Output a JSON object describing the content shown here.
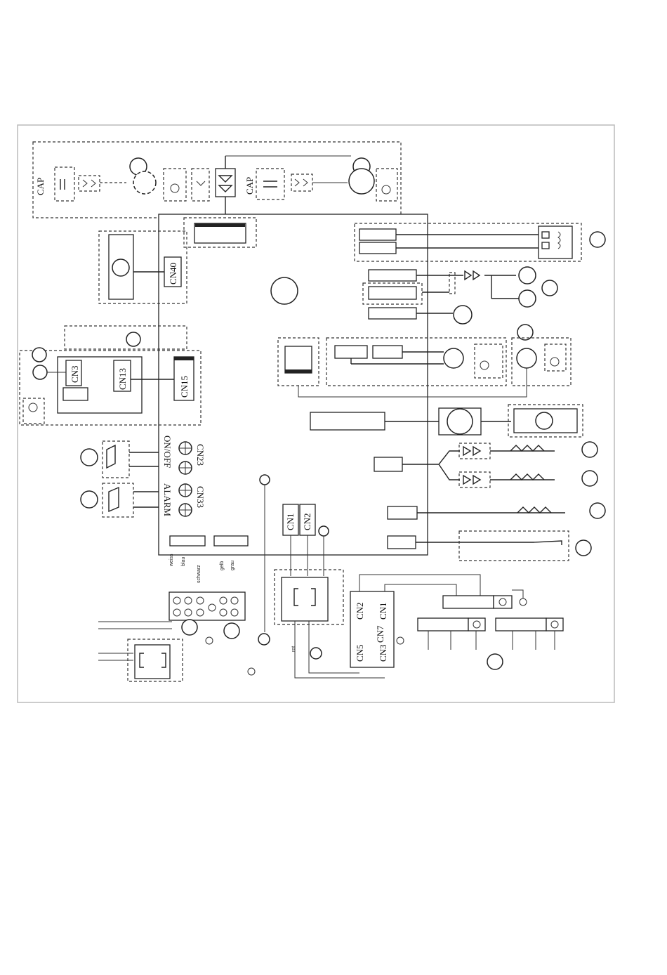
{
  "labels": {
    "cap_left": "CAP",
    "cap_right": "CAP",
    "cn40": "CN40",
    "cn3": "CN3",
    "cn13": "CN13",
    "cn15": "CN15",
    "cn23": "CN23",
    "cn33": "CN33",
    "on_off": "ON/OFF",
    "alarm": "ALARM",
    "cn1": "CN1",
    "cn2": "CN2",
    "term_cn2": "CN2",
    "term_cn1": "CN1",
    "term_cn7": "CN7",
    "term_cn5": "CN5",
    "term_cn3": "CN3"
  },
  "wire_colors": {
    "weiss": "weiss",
    "blau": "blau",
    "schwarz": "schwarz",
    "gelb": "gelb",
    "grau": "grau",
    "rot": "rot"
  }
}
